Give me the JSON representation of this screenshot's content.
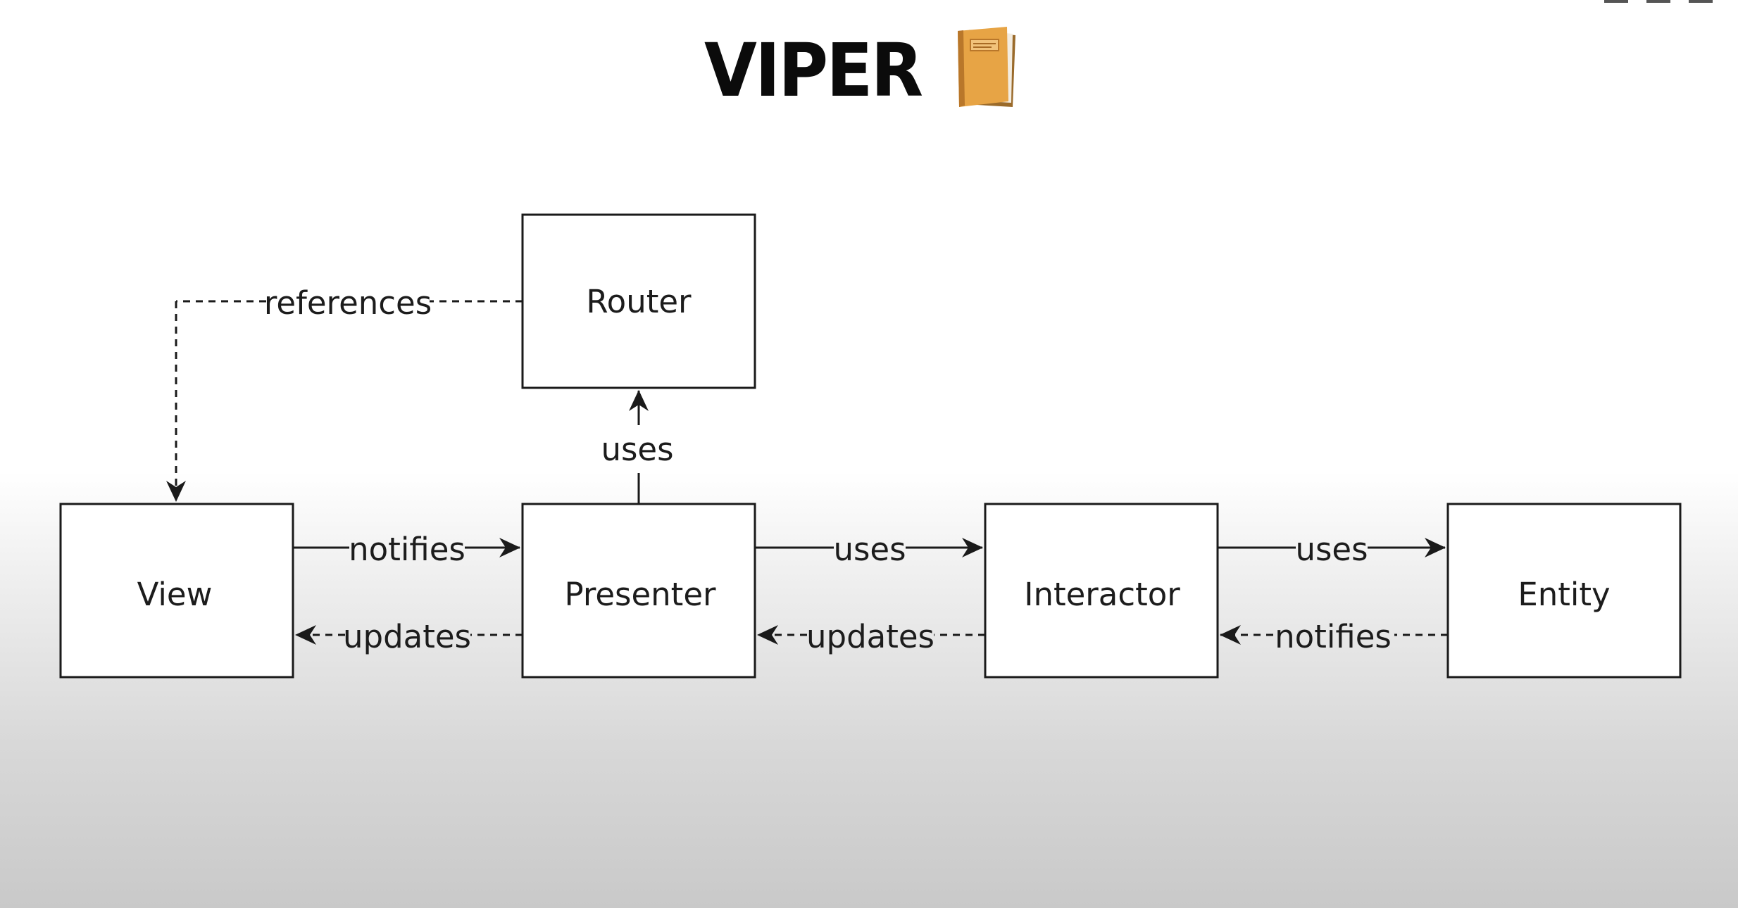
{
  "title": "VIPER",
  "icon": "ledger-book-icon",
  "colors": {
    "line": "#1a1a1a",
    "box_fill": "#ffffff",
    "text": "#1c1c1c",
    "book_cover": "#e7a445"
  },
  "nodes": {
    "router": "Router",
    "view": "View",
    "presenter": "Presenter",
    "interactor": "Interactor",
    "entity": "Entity"
  },
  "edges": {
    "router_to_view": "references",
    "presenter_to_router": "uses",
    "view_to_presenter": "notifies",
    "presenter_to_view": "updates",
    "presenter_to_interactor": "uses",
    "interactor_to_presenter": "updates",
    "interactor_to_entity": "uses",
    "entity_to_interactor": "notifies"
  }
}
